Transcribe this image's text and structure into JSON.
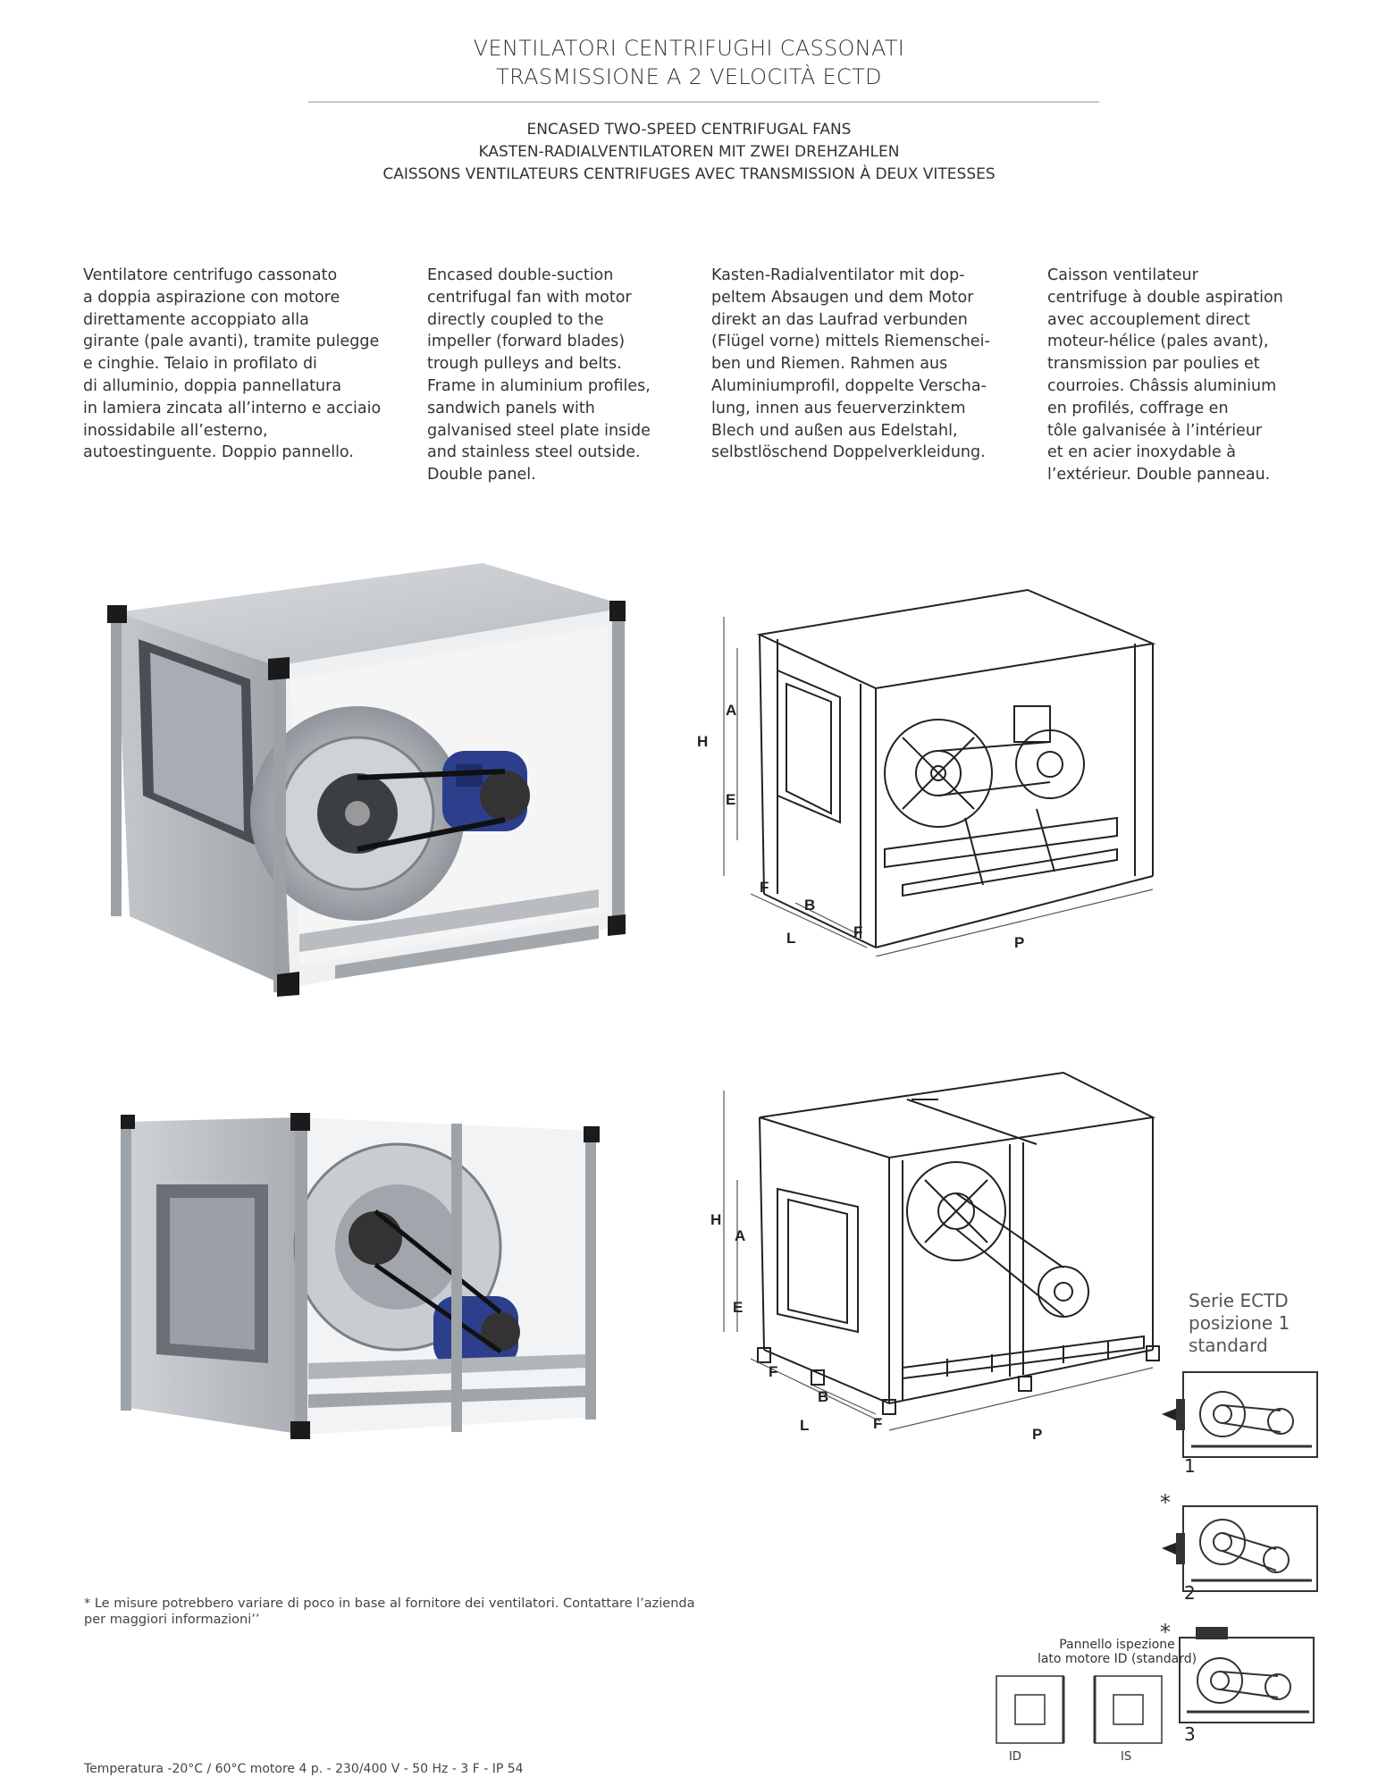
{
  "header": {
    "title_line1": "VENTILATORI CENTRIFUGHI CASSONATI",
    "title_line2": "TRASMISSIONE A 2 VELOCITÀ ECTD",
    "subtitle_en": "ENCASED TWO-SPEED CENTRIFUGAL FANS",
    "subtitle_de": "KASTEN-RADIALVENTILATOREN MIT ZWEI DREHZAHLEN",
    "subtitle_fr": "CAISSONS VENTILATEURS CENTRIFUGES AVEC TRANSMISSION À DEUX VITESSES"
  },
  "descriptions": {
    "it": "Ventilatore centrifugo cassonato\na doppia aspirazione con motore\ndirettamente accoppiato alla\ngirante (pale avanti), tramite pulegge\ne cinghie. Telaio in profilato di\ndi alluminio, doppia pannellatura\nin lamiera zincata all’interno e acciaio\ninossidabile all’esterno,\nautoestinguente. Doppio pannello.",
    "en": "Encased double-suction\ncentrifugal fan with motor\ndirectly coupled to the\nimpeller (forward blades)\ntrough pulleys and belts.\nFrame in aluminium profiles,\nsandwich panels with\ngalvanised steel plate inside\nand stainless steel outside.\nDouble panel.",
    "de": "Kasten-Radialventilator mit dop-\npeltem Absaugen und dem Motor\ndirekt an das Laufrad verbunden\n(Flügel vorne) mittels Riemenschei-\nben und Riemen. Rahmen aus\nAluminiumprofil, doppelte Verscha-\nlung, innen aus feuerverzinktem\nBlech und außen aus Edelstahl,\nselbstlöschend Doppelverkleidung.",
    "fr": "Caisson ventilateur\ncentrifuge à double aspiration\navec accouplement direct\nmoteur-hélice (pales avant),\ntransmission par poulies et\ncourroies. Châssis aluminium\nen profilés, coffrage en\ntôle galvanisée à l’intérieur\net en acier inoxydable à\nl’extérieur. Double panneau."
  },
  "dimension_labels": {
    "h": "H",
    "a": "A",
    "e": "E",
    "f": "F",
    "b": "B",
    "l": "L",
    "p": "P"
  },
  "positions": {
    "heading": "Serie ECTD\nposizione 1\nstandard",
    "n1": "1",
    "n2": "2",
    "n3": "3",
    "asterisk": "*"
  },
  "footnote": "* Le misure potrebbero variare di poco in base al fornitore dei ventilatori. Contattare l’azienda\nper maggiori informazioni’’",
  "inspection_panel": {
    "title": "Pannello ispezione\nlato motore ID (standard)",
    "id_label": "ID",
    "is_label": "IS"
  },
  "specs": "Temperatura -20°C / 60°C motore 4 p. - 230/400 V - 50 Hz - 3 F - IP 54"
}
